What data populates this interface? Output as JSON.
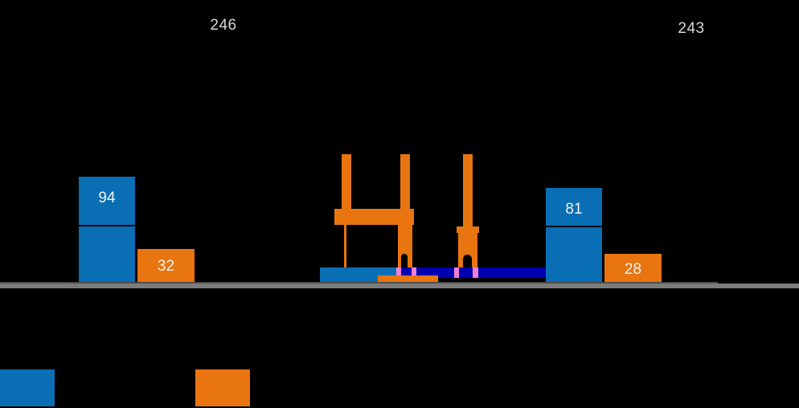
{
  "chart_data": {
    "type": "bar",
    "title": "",
    "subtitle": "",
    "xlabel": "",
    "ylabel": "",
    "grid": false,
    "legend_position": "bottom-left",
    "background": "#000000",
    "colors": {
      "series_blue": "#0A6EB4",
      "series_orange": "#E8750F",
      "overlay_darkblue": "#0000B0",
      "overlay_pink": "#F07FD0",
      "baseline_light": "#7b7b7b",
      "baseline_dark": "#4d4d4d",
      "label_text": "#f2f2f2",
      "top_label_text": "#d8d8d8"
    },
    "categories": [
      "left-group",
      "center-group",
      "right-group"
    ],
    "series": [
      {
        "name": "blue",
        "values": [
          94,
          null,
          81
        ]
      },
      {
        "name": "orange",
        "values": [
          32,
          null,
          28
        ]
      }
    ],
    "group_totals": [
      246,
      null,
      243
    ],
    "annotations": [
      {
        "text": "246",
        "x": 278,
        "y": 32
      },
      {
        "text": "243",
        "x": 860,
        "y": 36
      }
    ],
    "bar_labels": [
      "94",
      "32",
      "81",
      "28"
    ]
  },
  "top_labels": [
    {
      "value": "246"
    },
    {
      "value": "243"
    }
  ],
  "left_group": {
    "blue_bar": {
      "label": "94"
    },
    "orange_bar": {
      "label": "32"
    }
  },
  "right_group": {
    "blue_bar": {
      "label": "81"
    },
    "orange_bar": {
      "label": "28"
    }
  },
  "legend": {
    "items": [
      {
        "name": "blue-swatch",
        "color": "#0A6EB4",
        "label": ""
      },
      {
        "name": "orange-swatch",
        "color": "#E8750F",
        "label": ""
      }
    ]
  }
}
